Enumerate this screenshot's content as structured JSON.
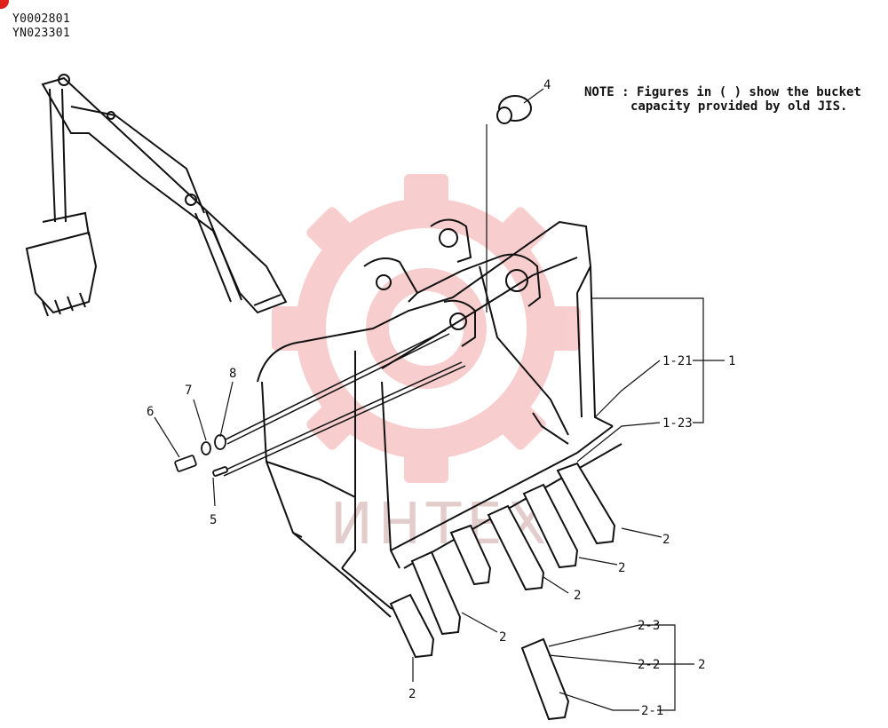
{
  "header": {
    "codes": [
      "Y0002801",
      "YN023301"
    ]
  },
  "note": {
    "line1": "NOTE : Figures in (   ) show the bucket",
    "line2": "capacity provided by old JIS."
  },
  "watermark": {
    "text": "ИНТЕХ",
    "color": "#f2a6a6"
  },
  "colors": {
    "ink": "#111111",
    "corner_mark": "#e0201a"
  },
  "callouts": {
    "p1": "1",
    "p1_21": "1-21",
    "p1_23": "1-23",
    "p2_a": "2",
    "p2_b": "2",
    "p2_c": "2",
    "p2_d": "2",
    "p2_e": "2",
    "p2_group": "2",
    "p2_1": "2-1",
    "p2_2": "2-2",
    "p2_3": "2-3",
    "p4": "4",
    "p5": "5",
    "p6": "6",
    "p7": "7",
    "p8": "8"
  }
}
